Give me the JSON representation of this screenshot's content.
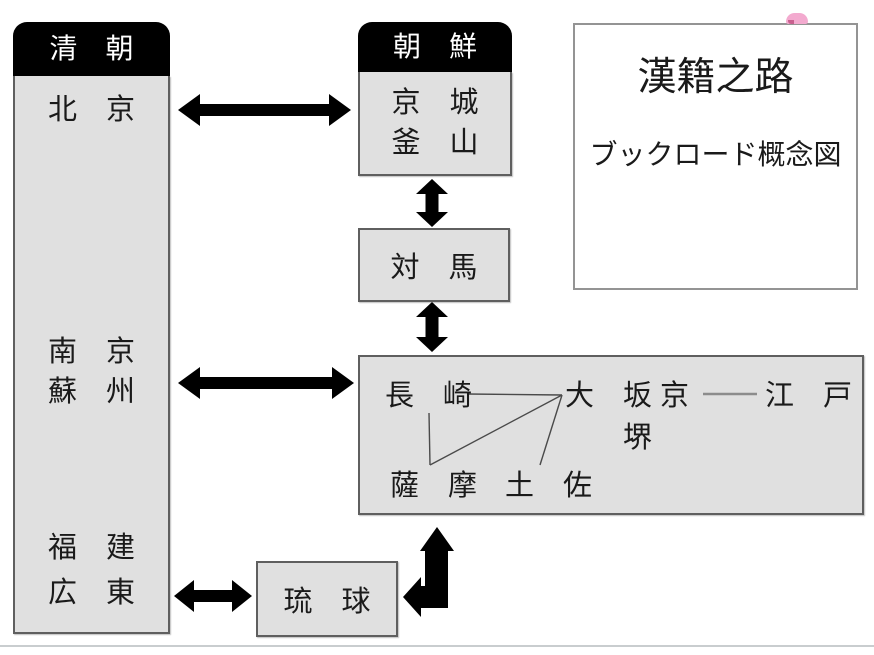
{
  "colors": {
    "box_fill": "#e0e0e0",
    "box_border": "#5f5f5f",
    "header_bg": "#000000",
    "header_text": "#ffffff",
    "arrow_black": "#000000",
    "connector_gray": "#4a4a4a",
    "kyoto_edo_line_gray": "#8c8c8c",
    "title_border_gray": "#949494",
    "slide_edge_gray": "#c9cdcf",
    "decoration_pink": "#f3aacf"
  },
  "title_panel": {
    "title": "漢籍之路",
    "subtitle": "ブックロード概念図"
  },
  "qing_box": {
    "header": "清　朝",
    "beijing": "北　京",
    "nanjing": "南　京",
    "suzhou": "蘇　州",
    "fujian": "福　建",
    "guangdong": "広　東"
  },
  "korea_box": {
    "header": "朝　鮮",
    "keijo": "京　城",
    "busan": "釜　山"
  },
  "tsushima_box": {
    "label": "対　馬"
  },
  "japan_box": {
    "nagasaki": "長　崎",
    "osaka": "大　坂",
    "kyoto": "京",
    "edo": "江　戸",
    "sakai": "堺",
    "satsuma": "薩　摩",
    "tosa": "土　佐"
  },
  "ryukyu_box": {
    "label": "琉　球"
  },
  "connections": [
    {
      "from": "北京",
      "to": "京城・釜山",
      "style": "double-arrow"
    },
    {
      "from": "京城・釜山",
      "to": "対馬",
      "style": "double-arrow"
    },
    {
      "from": "対馬",
      "to": "長崎",
      "style": "double-arrow"
    },
    {
      "from": "南京・蘇州",
      "to": "長崎",
      "style": "double-arrow"
    },
    {
      "from": "福建・広東",
      "to": "琉球",
      "style": "double-arrow"
    },
    {
      "from": "琉球",
      "to": "薩摩",
      "style": "bent-arrow"
    },
    {
      "from": "長崎",
      "to": "大坂",
      "style": "line"
    },
    {
      "from": "長崎",
      "to": "薩摩",
      "style": "line"
    },
    {
      "from": "薩摩",
      "to": "大坂",
      "style": "line"
    },
    {
      "from": "土佐",
      "to": "大坂",
      "style": "line"
    },
    {
      "from": "京",
      "to": "江戸",
      "style": "line"
    }
  ]
}
